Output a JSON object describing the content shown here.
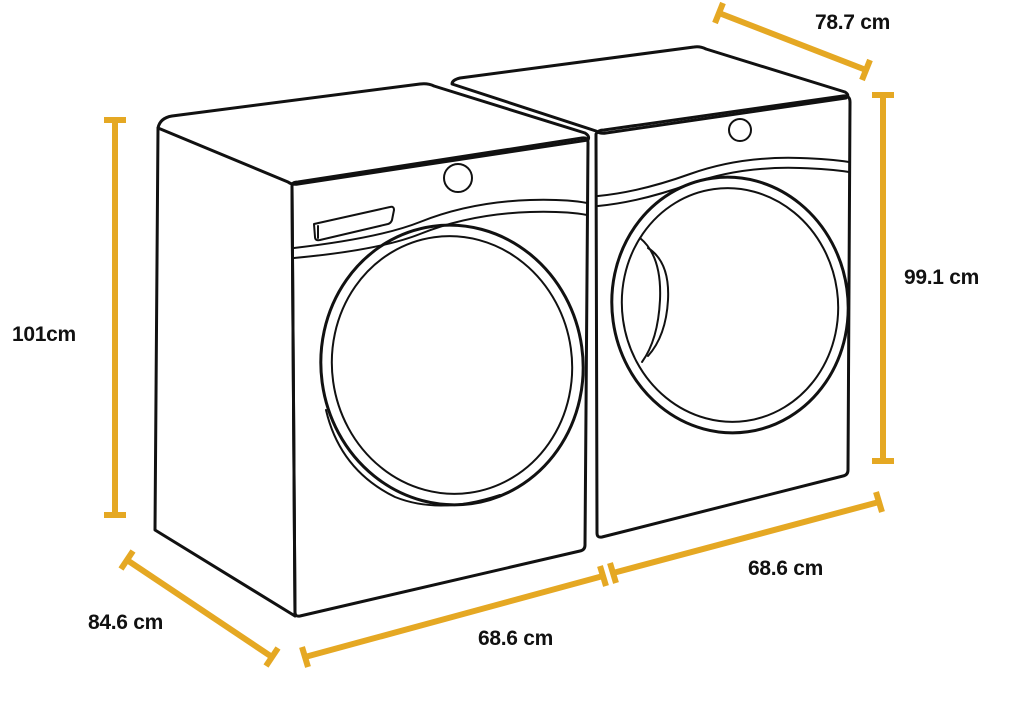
{
  "colors": {
    "dimension": "#E5A823",
    "outline": "#111111",
    "background": "#FFFFFF"
  },
  "dimensions": {
    "washer_height": "101cm",
    "dryer_height": "99.1 cm",
    "dryer_depth": "78.7 cm",
    "washer_depth": "84.6 cm",
    "washer_width": "68.6 cm",
    "dryer_width": "68.6 cm"
  }
}
